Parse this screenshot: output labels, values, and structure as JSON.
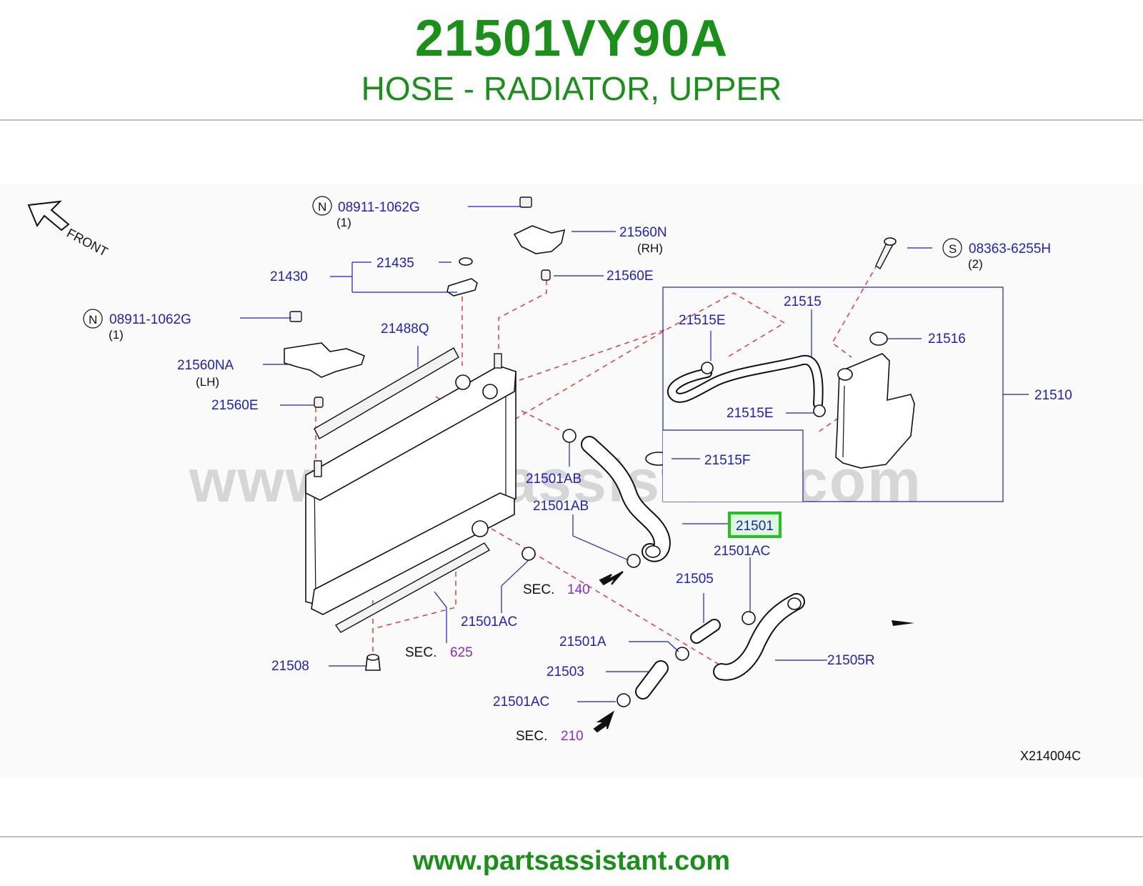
{
  "header": {
    "part_number": "21501VY90A",
    "description": "HOSE - RADIATOR, UPPER"
  },
  "diagram": {
    "watermark": "www.partsassistant.com",
    "front_label": "FRONT",
    "figure_code": "X214004C",
    "highlighted_callout": "21501",
    "highlight_color": "#22c322",
    "callouts": {
      "c_08911_top": "08911-1062G",
      "c_08911_top_qty": "(1)",
      "c_08911_left": "08911-1062G",
      "c_08911_left_qty": "(1)",
      "c_21560N": "21560N",
      "c_21560N_side": "(RH)",
      "c_21560E_top": "21560E",
      "c_21435": "21435",
      "c_21430": "21430",
      "c_21488Q": "21488Q",
      "c_21560NA": "21560NA",
      "c_21560NA_side": "(LH)",
      "c_21560E_left": "21560E",
      "c_08363": "08363-6255H",
      "c_08363_qty": "(2)",
      "c_21515": "21515",
      "c_21515E_top": "21515E",
      "c_21515E_bottom": "21515E",
      "c_21516": "21516",
      "c_21510": "21510",
      "c_21515F": "21515F",
      "c_21501AB_a": "21501AB",
      "c_21501AB_b": "21501AB",
      "c_21501": "21501",
      "c_21501AC_a": "21501AC",
      "c_21505": "21505",
      "c_21501AC_b": "21501AC",
      "c_21501A": "21501A",
      "c_21505R": "21505R",
      "c_21503": "21503",
      "c_21501AC_c": "21501AC",
      "c_21508": "21508"
    },
    "badges": {
      "n_top": "N",
      "n_left": "N",
      "s_right": "S"
    },
    "sections": {
      "sec_prefix_1": "SEC.",
      "sec_140": "140",
      "sec_prefix_2": "SEC.",
      "sec_625": "625",
      "sec_prefix_3": "SEC.",
      "sec_210": "210"
    }
  },
  "footer": {
    "url": "www.partsassistant.com"
  }
}
